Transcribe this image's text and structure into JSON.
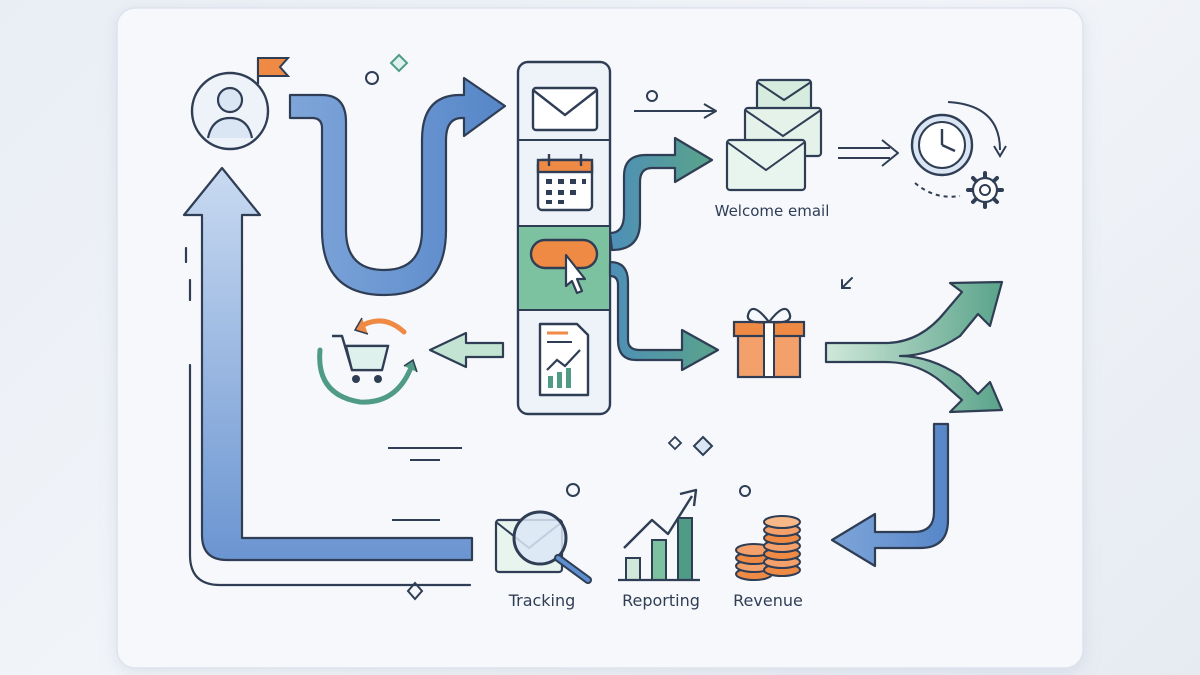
{
  "labels": {
    "welcome_email": "Welcome email",
    "tracking": "Tracking",
    "reporting": "Reporting",
    "revenue": "Revenue"
  },
  "colors": {
    "panel": "#f6f8fb",
    "blue_fill": "#5d8fd0",
    "blue_light": "#e6eef9",
    "green_fill": "#4f9b86",
    "green_light": "#e7f3ec",
    "orange": "#ef8a45",
    "outline": "#2f3e55"
  },
  "icons": [
    "user-icon",
    "flag-icon",
    "envelope-icon",
    "calendar-icon",
    "click-button-icon",
    "report-icon",
    "email-stack-icon",
    "clock-icon",
    "gear-icon",
    "gift-icon",
    "cart-icon",
    "magnifier-envelope-icon",
    "bar-chart-icon",
    "coins-icon"
  ]
}
